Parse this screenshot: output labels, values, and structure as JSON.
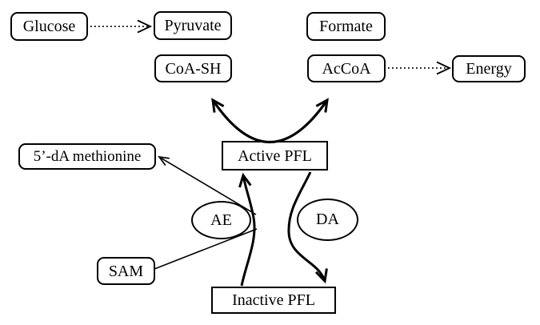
{
  "colors": {
    "ink": "#000000",
    "background": "#ffffff"
  },
  "nodes": {
    "glucose": {
      "label": "Glucose"
    },
    "pyruvate": {
      "label": "Pyruvate"
    },
    "formate": {
      "label": "Formate"
    },
    "coash": {
      "label": "CoA-SH"
    },
    "accoa": {
      "label": "AcCoA"
    },
    "energy": {
      "label": "Energy"
    },
    "dam": {
      "label": "5’-dA methionine"
    },
    "sam": {
      "label": "SAM"
    },
    "active_pfl": {
      "label": "Active PFL"
    },
    "inactive_pfl": {
      "label": "Inactive PFL"
    },
    "ae": {
      "label": "AE"
    },
    "da": {
      "label": "DA"
    }
  },
  "edges": [
    {
      "from": "Glucose",
      "to": "Pyruvate",
      "style": "dotted",
      "arrow": true
    },
    {
      "from": "AcCoA",
      "to": "Energy",
      "style": "dotted",
      "arrow": true
    },
    {
      "from": "Active PFL",
      "to": "CoA-SH",
      "style": "thick-curve",
      "arrow": true
    },
    {
      "from": "Active PFL",
      "to": "AcCoA",
      "style": "thick-curve",
      "arrow": true
    },
    {
      "from": "Inactive PFL",
      "to": "Active PFL",
      "style": "thick-curve",
      "via": "AE",
      "arrow": true
    },
    {
      "from": "Active PFL",
      "to": "Inactive PFL",
      "style": "thick-curve",
      "via": "DA",
      "arrow": true
    },
    {
      "from": "AE",
      "to": "5’-dA methionine",
      "style": "thin-line",
      "arrow": true
    },
    {
      "from": "SAM",
      "to": "AE",
      "style": "thin-line",
      "arrow": false
    }
  ]
}
